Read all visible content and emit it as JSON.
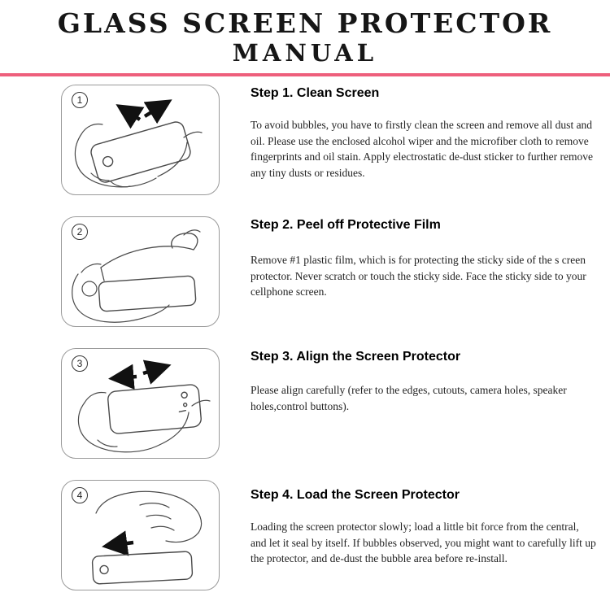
{
  "title": {
    "line1": "GLASS SCREEN PROTECTOR",
    "line2": "MANUAL"
  },
  "colors": {
    "accent": "#ee5f7c",
    "line_art": "#4a4a4a"
  },
  "steps": [
    {
      "number": "1",
      "heading": "Step 1. Clean Screen",
      "body": "To avoid bubbles, you have to firstly clean the screen and remove all dust and oil. Please use the enclosed alcohol wiper and the microfiber cloth to remove fingerprints and oil stain. Apply electrostatic de-dust sticker to further remove any tiny dusts or residues.",
      "illustration": "hand-wiping-phone-illustration"
    },
    {
      "number": "2",
      "heading": "Step 2. Peel off Protective Film",
      "body": "Remove #1 plastic film, which is for protecting the sticky side of the s creen protector. Never scratch or touch the sticky side. Face the sticky side to your cellphone screen.",
      "illustration": "peeling-film-illustration"
    },
    {
      "number": "3",
      "heading": "Step 3. Align the Screen Protector",
      "body": "Please align carefully (refer to the edges, cutouts, camera holes, speaker holes,control buttons).",
      "illustration": "aligning-protector-illustration"
    },
    {
      "number": "4",
      "heading": "Step 4. Load the Screen Protector",
      "body": "Loading the screen protector slowly; load a little bit force from the central, and let it seal by itself. If bubbles observed, you might want to carefully lift up the protector, and de-dust the bubble area before re-install.",
      "illustration": "pressing-protector-illustration"
    }
  ]
}
